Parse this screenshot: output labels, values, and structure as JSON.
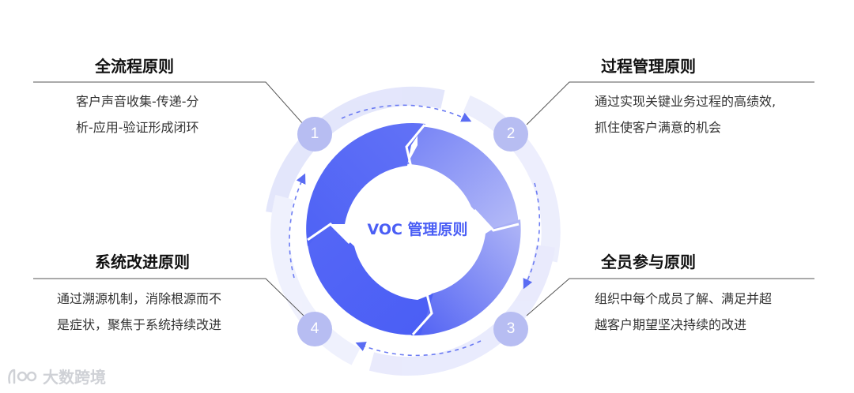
{
  "center": {
    "label": "VOC 管理原则"
  },
  "principles": [
    {
      "number": "1",
      "title": "全流程原则",
      "lines": [
        "客户声音收集-传递-分",
        "析-应用-验证形成闭环"
      ]
    },
    {
      "number": "2",
      "title": "过程管理原则",
      "lines": [
        "通过实现关键业务过程的高绩效,",
        "抓住使客户满意的机会"
      ]
    },
    {
      "number": "3",
      "title": "全员参与原则",
      "lines": [
        "组织中每个成员了解、满足并超",
        "越客户期望坚决持续的改进"
      ]
    },
    {
      "number": "4",
      "title": "系统改进原则",
      "lines": [
        "通过溯源机制，消除根源而不",
        "是症状，聚焦于系统持续改进"
      ]
    }
  ],
  "watermark": {
    "text": "大数跨境",
    "icon": "logo-icon"
  },
  "colors": {
    "ring_dark": "#4a5ef5",
    "ring_light": "#9aa2f6",
    "badge": "#b7bdf2",
    "accent_text": "#4a5ef5"
  }
}
